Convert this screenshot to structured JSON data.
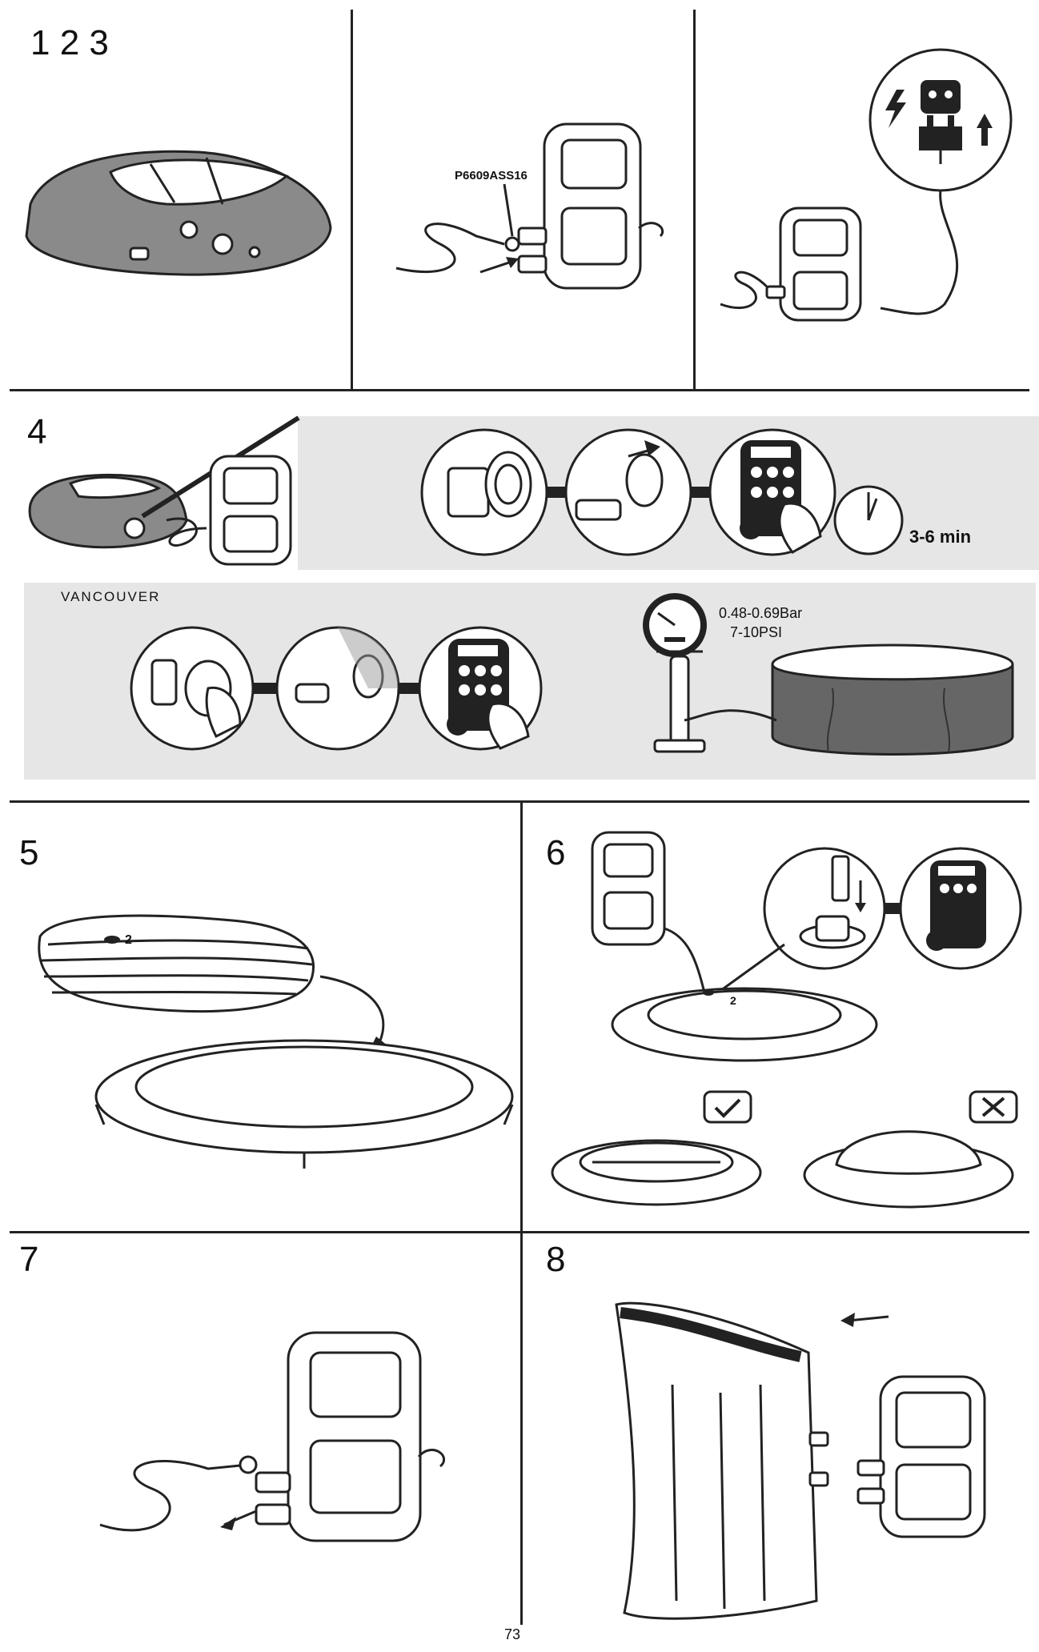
{
  "steps": {
    "s123": "1 2 3",
    "s4": "4",
    "s5": "5",
    "s6": "6",
    "s7": "7",
    "s8": "8"
  },
  "labels": {
    "part_code": "P6609ASS16",
    "time": "3-6 min",
    "model": "VANCOUVER",
    "pressure_bar": "0.48-0.69Bar",
    "pressure_psi": "7-10PSI",
    "valve_num_a": "2",
    "valve_num_b": "2"
  },
  "page_number": "73",
  "icons": [
    "plug-icon",
    "lightning-icon",
    "up-arrow-icon",
    "clock-icon",
    "gauge-icon",
    "check-icon",
    "cross-icon",
    "arrow-icon"
  ],
  "colors": {
    "panel_grey": "#e6e6e6",
    "ink": "#222222"
  }
}
